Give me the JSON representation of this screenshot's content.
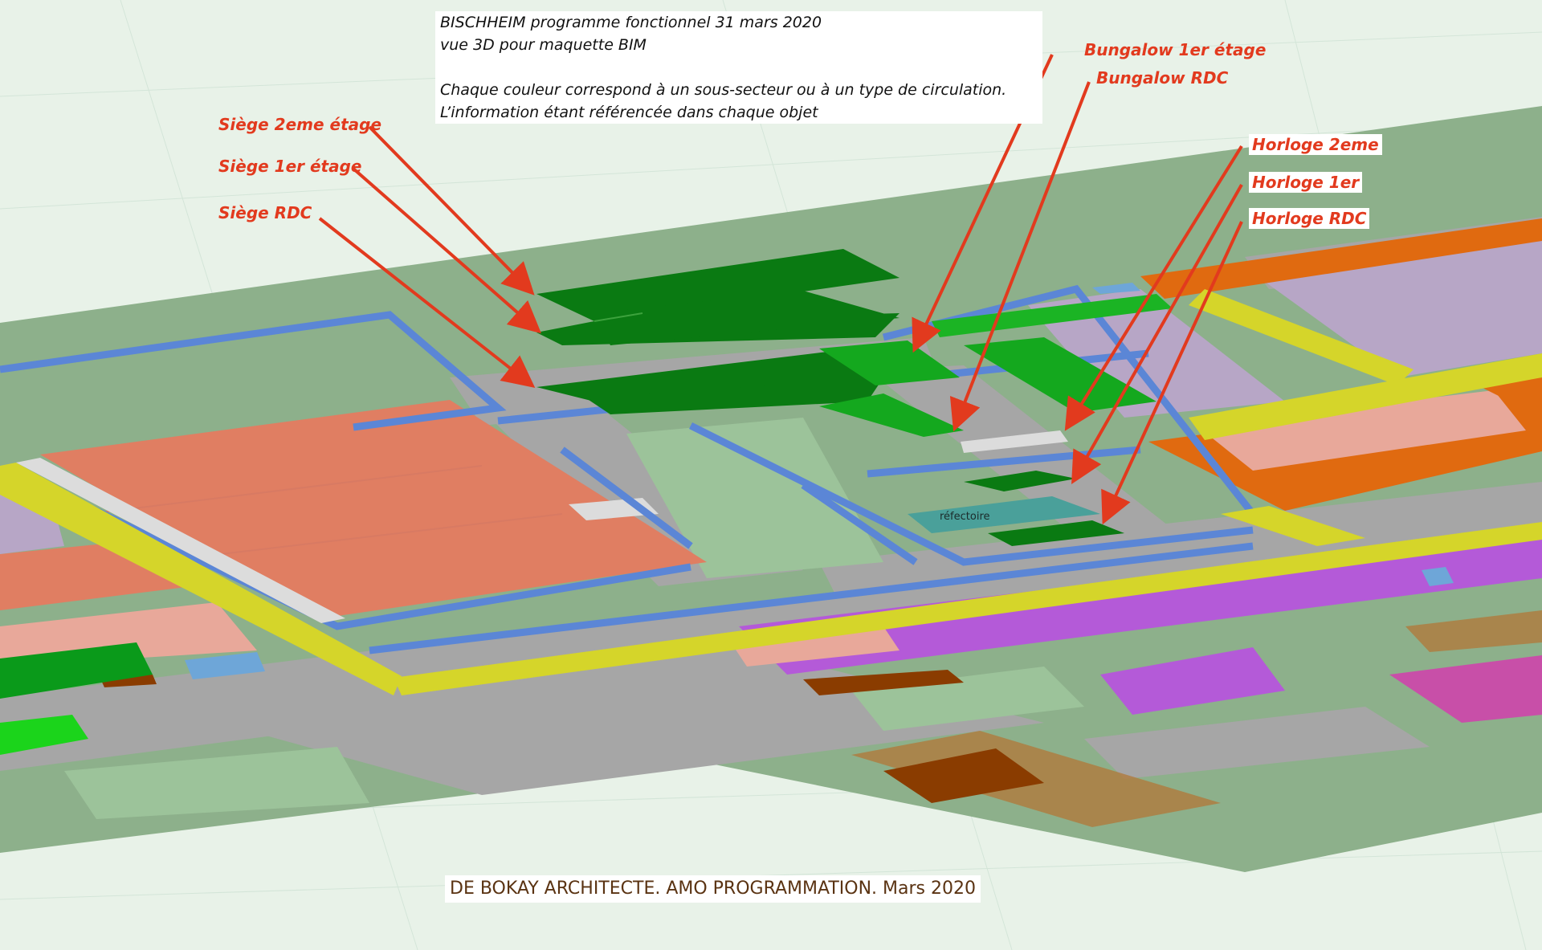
{
  "note": {
    "line1": "BISCHHEIM programme fonctionnel 31 mars 2020",
    "line2": "vue 3D pour maquette BIM",
    "line3": "",
    "line4": "Chaque couleur correspond à un sous-secteur ou à un type de circulation.",
    "line5": "L’information étant référencée dans chaque objet"
  },
  "labels": {
    "siege_2": "Siège 2eme étage",
    "siege_1": "Siège 1er étage",
    "siege_rdc": "Siège RDC",
    "bungalow_1": "Bungalow 1er étage",
    "bungalow_rdc": "Bungalow RDC",
    "horloge_2": "Horloge 2eme",
    "horloge_1": "Horloge 1er",
    "horloge_rdc": "Horloge RDC"
  },
  "refectoire": "réfectoire",
  "footer": "DE BOKAY ARCHITECTE.  AMO PROGRAMMATION. Mars 2020",
  "colors": {
    "ground": "#8db08b",
    "background": "#e8f2e8",
    "circulation_blue": "#5b86d6",
    "circulation_yellow": "#d5d52a",
    "road_gray": "#a6a6a6",
    "salmon": "#e07e62",
    "dark_green": "#0a7a12",
    "green": "#1bb424",
    "orange": "#e06a10",
    "lavender": "#b7a6c6",
    "purple": "#b45ad8",
    "brown": "#8a3c00",
    "teal": "#4aa09a",
    "arrow_red": "#e23a1e"
  }
}
